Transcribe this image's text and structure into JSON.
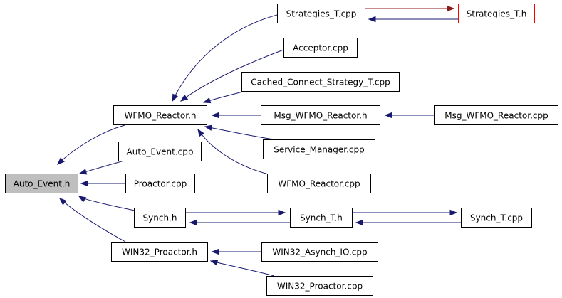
{
  "diagram": {
    "nodes": [
      {
        "id": "auto_event_h",
        "label": "Auto_Event.h",
        "style": "focus"
      },
      {
        "id": "wfmo_reactor_h",
        "label": "WFMO_Reactor.h"
      },
      {
        "id": "auto_event_cpp",
        "label": "Auto_Event.cpp"
      },
      {
        "id": "proactor_cpp",
        "label": "Proactor.cpp"
      },
      {
        "id": "synch_h",
        "label": "Synch.h"
      },
      {
        "id": "win32_proactor_h",
        "label": "WIN32_Proactor.h"
      },
      {
        "id": "strategies_t_cpp",
        "label": "Strategies_T.cpp"
      },
      {
        "id": "strategies_t_h",
        "label": "Strategies_T.h",
        "style": "red"
      },
      {
        "id": "acceptor_cpp",
        "label": "Acceptor.cpp"
      },
      {
        "id": "cached_connect_strategy_t_cpp",
        "label": "Cached_Connect_Strategy_T.cpp"
      },
      {
        "id": "msg_wfmo_reactor_h",
        "label": "Msg_WFMO_Reactor.h"
      },
      {
        "id": "msg_wfmo_reactor_cpp",
        "label": "Msg_WFMO_Reactor.cpp"
      },
      {
        "id": "service_manager_cpp",
        "label": "Service_Manager.cpp"
      },
      {
        "id": "wfmo_reactor_cpp",
        "label": "WFMO_Reactor.cpp"
      },
      {
        "id": "synch_t_h",
        "label": "Synch_T.h"
      },
      {
        "id": "synch_t_cpp",
        "label": "Synch_T.cpp"
      },
      {
        "id": "win32_asynch_io_cpp",
        "label": "WIN32_Asynch_IO.cpp"
      },
      {
        "id": "win32_proactor_cpp",
        "label": "WIN32_Proactor.cpp"
      }
    ],
    "edges": [
      {
        "from": "wfmo_reactor_h",
        "to": "auto_event_h"
      },
      {
        "from": "auto_event_cpp",
        "to": "auto_event_h"
      },
      {
        "from": "proactor_cpp",
        "to": "auto_event_h"
      },
      {
        "from": "synch_h",
        "to": "auto_event_h"
      },
      {
        "from": "win32_proactor_h",
        "to": "auto_event_h"
      },
      {
        "from": "strategies_t_cpp",
        "to": "wfmo_reactor_h"
      },
      {
        "from": "acceptor_cpp",
        "to": "wfmo_reactor_h"
      },
      {
        "from": "cached_connect_strategy_t_cpp",
        "to": "wfmo_reactor_h"
      },
      {
        "from": "msg_wfmo_reactor_h",
        "to": "wfmo_reactor_h"
      },
      {
        "from": "service_manager_cpp",
        "to": "wfmo_reactor_h"
      },
      {
        "from": "wfmo_reactor_cpp",
        "to": "wfmo_reactor_h"
      },
      {
        "from": "msg_wfmo_reactor_cpp",
        "to": "msg_wfmo_reactor_h"
      },
      {
        "from": "strategies_t_cpp",
        "to": "strategies_t_h",
        "style": "red"
      },
      {
        "from": "strategies_t_h",
        "to": "strategies_t_cpp"
      },
      {
        "from": "synch_h",
        "to": "synch_t_h"
      },
      {
        "from": "synch_t_h",
        "to": "synch_h"
      },
      {
        "from": "synch_t_h",
        "to": "synch_t_cpp"
      },
      {
        "from": "synch_t_cpp",
        "to": "synch_t_h"
      },
      {
        "from": "win32_asynch_io_cpp",
        "to": "win32_proactor_h"
      },
      {
        "from": "win32_proactor_cpp",
        "to": "win32_proactor_h"
      }
    ]
  }
}
